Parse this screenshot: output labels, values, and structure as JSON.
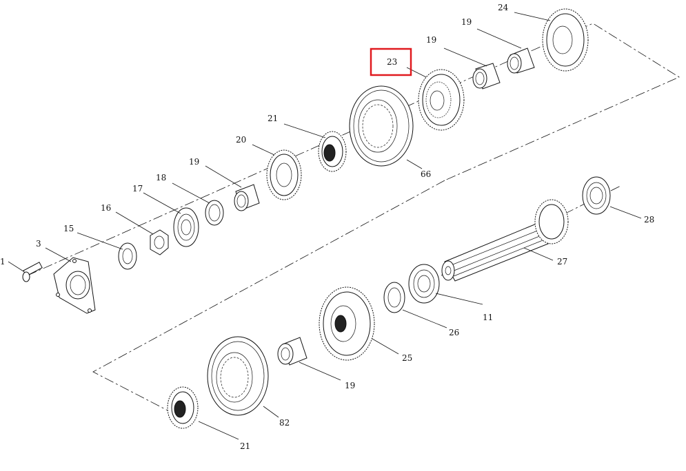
{
  "colors": {
    "line": "#111111",
    "highlight": "#e0191e",
    "background": "#ffffff"
  },
  "callouts": {
    "c1": "1",
    "c3": "3",
    "c15": "15",
    "c16": "16",
    "c17": "17",
    "c18": "18",
    "c19a": "19",
    "c20": "20",
    "c21a": "21",
    "c66": "66",
    "c23": "23",
    "c19b": "19",
    "c19c": "19",
    "c24": "24",
    "c28": "28",
    "c27": "27",
    "c11": "11",
    "c26": "26",
    "c25": "25",
    "c19d": "19",
    "c82": "82",
    "c21b": "21"
  },
  "highlighted_callout": "23"
}
